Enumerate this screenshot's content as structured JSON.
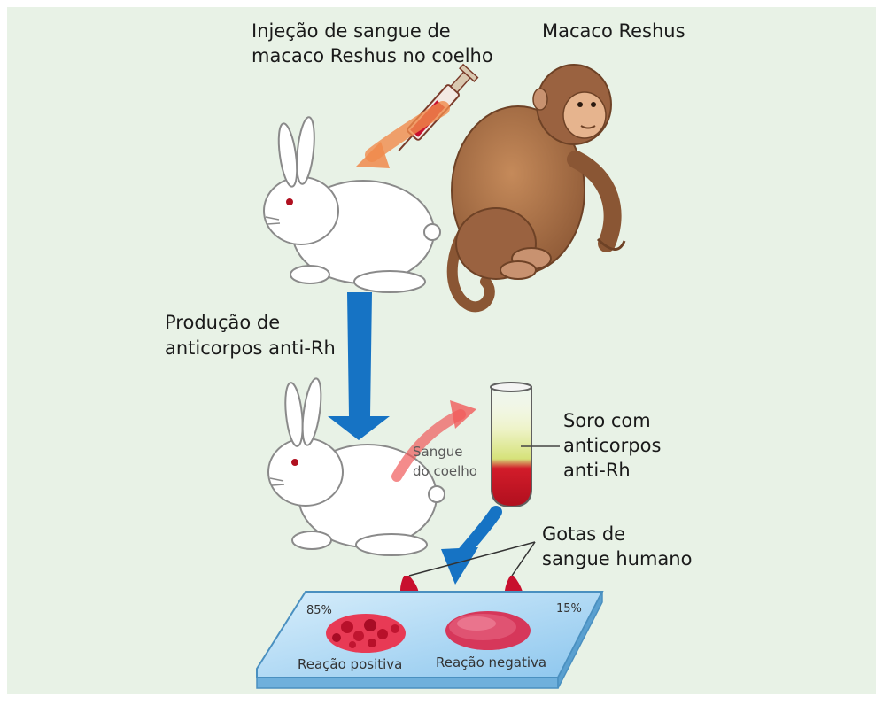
{
  "diagram": {
    "injection_label_line1": "Injeção de sangue de",
    "injection_label_line2": "macaco Reshus no coelho",
    "monkey_label": "Macaco Reshus",
    "production_label_line1": "Produção de",
    "production_label_line2": "anticorpos anti-Rh",
    "rabbit_blood_line1": "Sangue",
    "rabbit_blood_line2": "do coelho",
    "serum_label_line1": "Soro com",
    "serum_label_line2": "anticorpos",
    "serum_label_line3": "anti-Rh",
    "drops_label_line1": "Gotas de",
    "drops_label_line2": "sangue humano",
    "percent_left": "85%",
    "percent_right": "15%",
    "positive_reaction": "Reação positiva",
    "negative_reaction": "Reação negativa"
  },
  "colors": {
    "background_panel": "#e8f2e6",
    "blue_arrow": "#1673c4",
    "orange_arrow": "#f08a4b",
    "red_arrow": "#f05a5a",
    "blood_red": "#c8102e",
    "serum_yellow": "#f0e68c",
    "slide_blue": "#a8d4f2",
    "monkey_brown": "#a8714a"
  }
}
